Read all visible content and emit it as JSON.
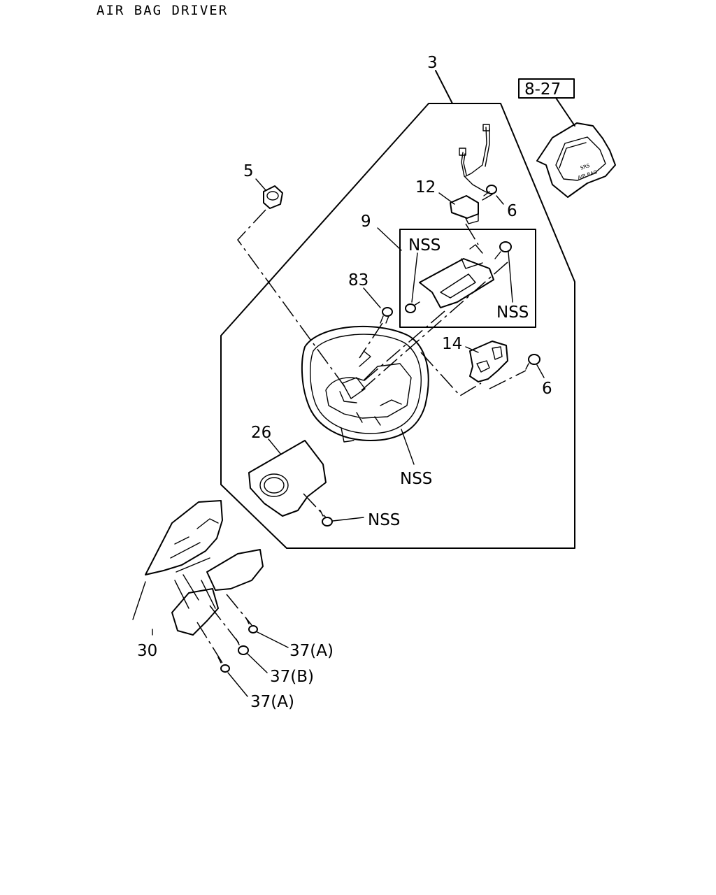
{
  "title": "AIR BAG DRIVER",
  "callouts": {
    "c3": "3",
    "ref_8_27": "8-27",
    "c5": "5",
    "c12": "12",
    "c6_top": "6",
    "c9": "9",
    "nss_box_top": "NSS",
    "c83": "83",
    "nss_box_right": "NSS",
    "c14": "14",
    "c6_right": "6",
    "c26": "26",
    "nss_wheel": "NSS",
    "nss_screw": "NSS",
    "c30": "30",
    "c37a_upper": "37(A)",
    "c37b": "37(B)",
    "c37a_lower": "37(A)"
  },
  "airbag_module_text": {
    "line1": "SRS",
    "line2": "AIR BAG"
  }
}
